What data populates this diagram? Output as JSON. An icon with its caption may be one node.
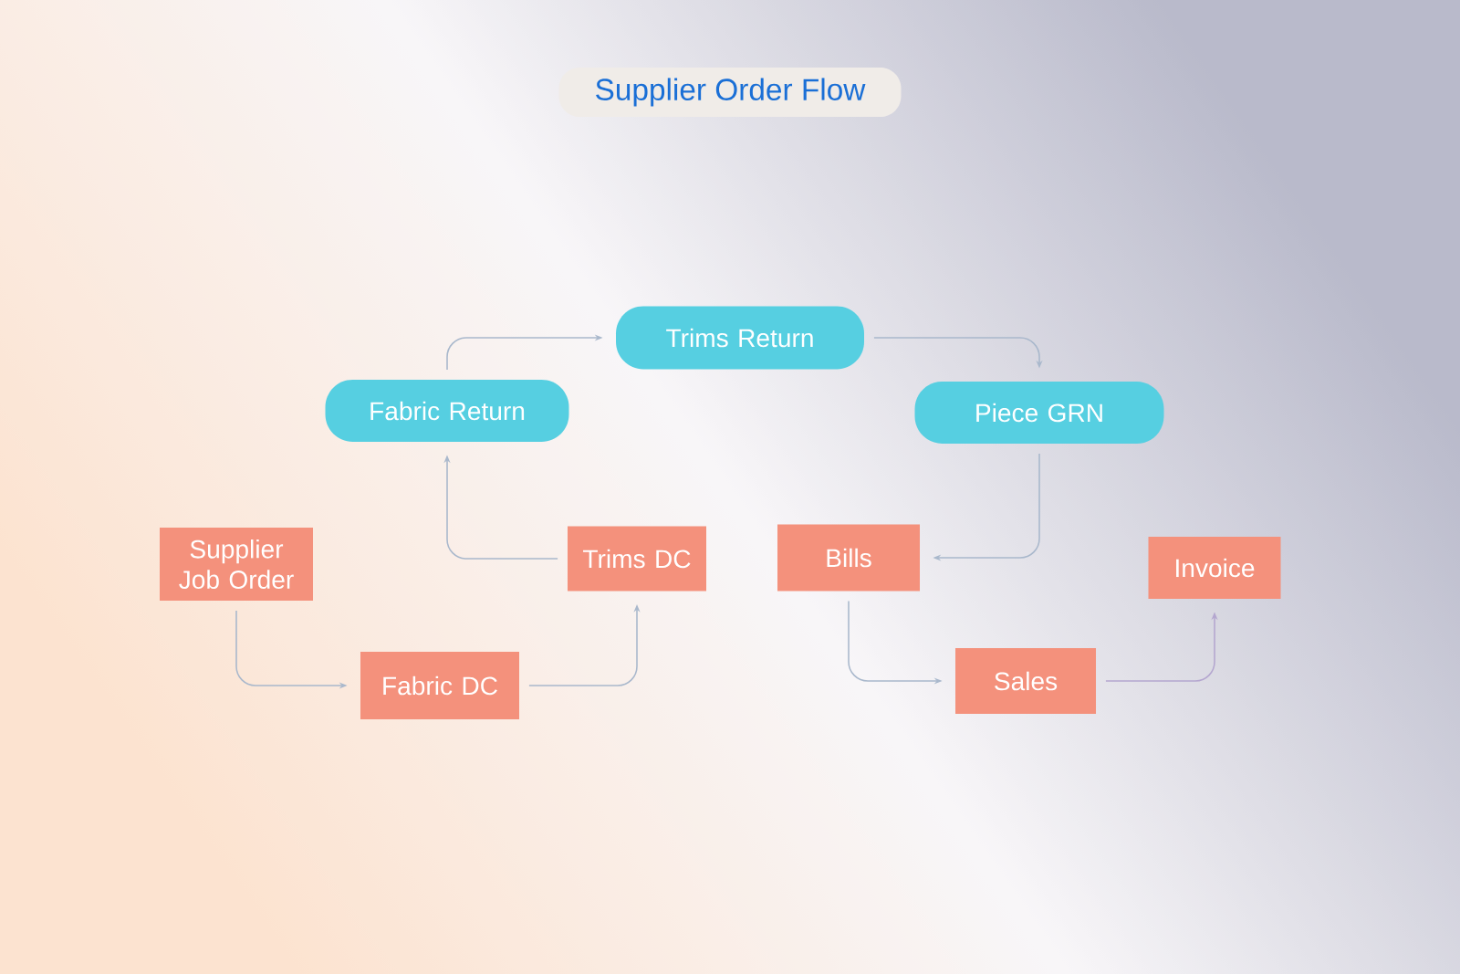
{
  "diagram": {
    "title": "Supplier Order Flow",
    "nodes": [
      {
        "text": [
          "Supplier Job Order"
        ]
      },
      {
        "text": [
          "Fabric DC"
        ]
      },
      {
        "text": [
          "Trims DC"
        ]
      },
      {
        "text": [
          "Fabric Return"
        ]
      },
      {
        "text": [
          "Trims Return"
        ]
      },
      {
        "text": [
          "Piece GRN"
        ]
      },
      {
        "text": [
          "Bills"
        ]
      },
      {
        "text": [
          "Sales"
        ]
      },
      {
        "text": [
          "Invoice"
        ]
      }
    ],
    "edges": [
      {
        "from": 0,
        "to": 1,
        "arrow": "to"
      },
      {
        "from": 1,
        "to": 2,
        "arrow": "to"
      },
      {
        "from": 2,
        "to": 3,
        "arrow": "to"
      },
      {
        "from": 3,
        "to": 4,
        "arrow": "to"
      },
      {
        "from": 4,
        "to": 5,
        "arrow": "to"
      },
      {
        "from": 5,
        "to": 6,
        "arrow": "to"
      },
      {
        "from": 6,
        "to": 7,
        "arrow": "to"
      },
      {
        "from": 7,
        "to": 8,
        "arrow": "to",
        "color": "#b4a6cf"
      }
    ]
  }
}
